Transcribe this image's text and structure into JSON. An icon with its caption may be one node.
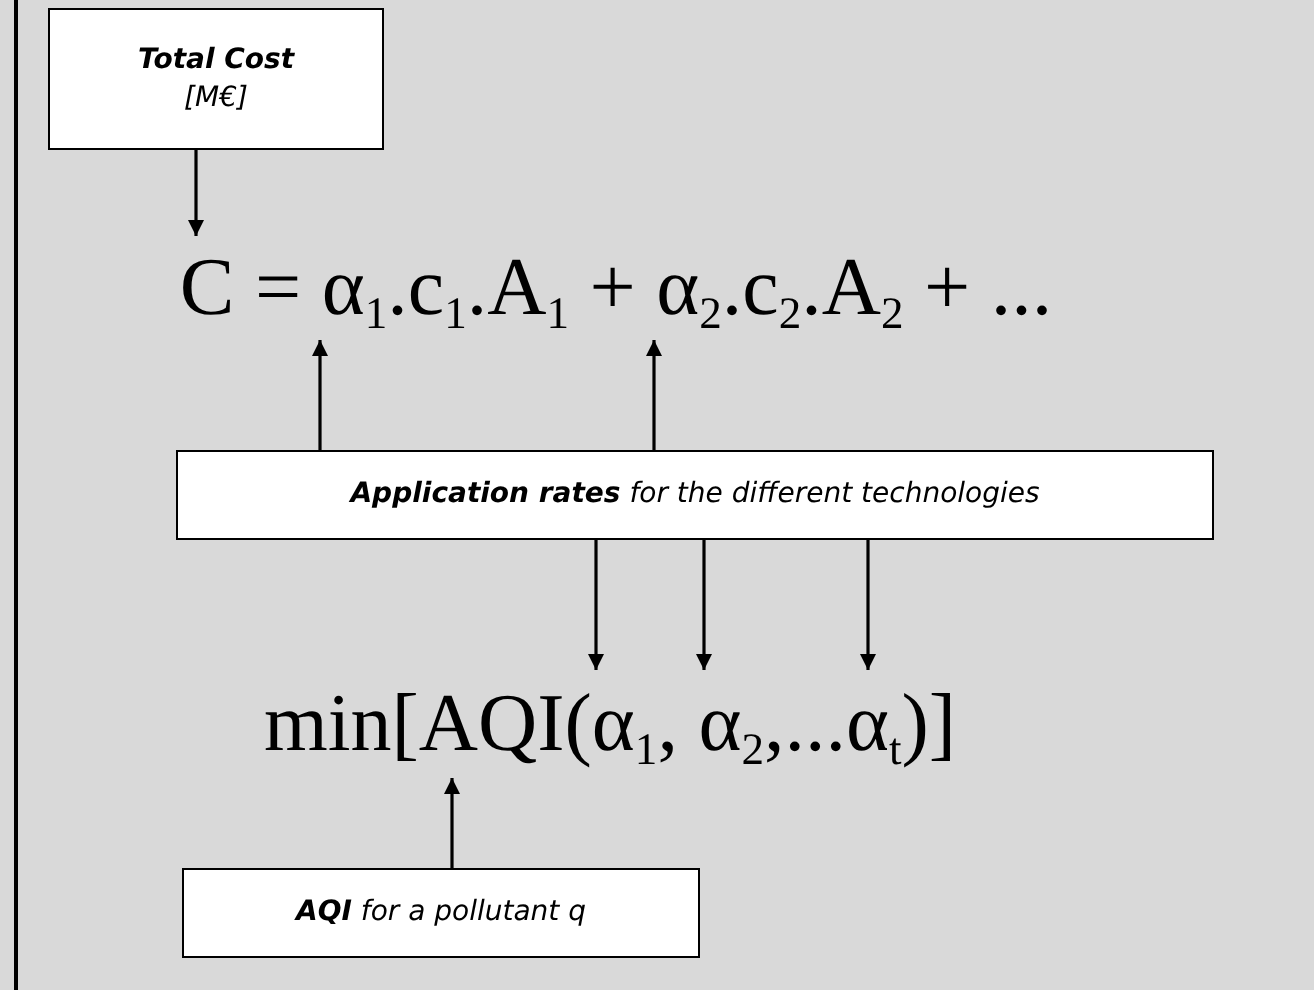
{
  "diagram": {
    "nodes": [
      {
        "text": [
          "Total Cost",
          "[M€]"
        ]
      },
      {
        "text": [
          "C = α$_{1}$.c$_{1}$.A$_{1}$ + α$_{2}$.c$_{2}$.A$_{2}$ + ..."
        ]
      },
      {
        "text": [
          "**Application rates** for the different technologies"
        ]
      },
      {
        "text": [
          "min[AQI(α$_{1}$, α$_{2}$,...α$_{t}$)]"
        ]
      },
      {
        "text": [
          "**AQI** for a pollutant q"
        ]
      }
    ],
    "edges": [
      {
        "from": 0,
        "to": 1,
        "arrow": "to"
      },
      {
        "from": 2,
        "to": 1,
        "arrow": "to"
      },
      {
        "from": 2,
        "to": 1,
        "arrow": "to"
      },
      {
        "from": 2,
        "to": 3,
        "arrow": "to"
      },
      {
        "from": 2,
        "to": 3,
        "arrow": "to"
      },
      {
        "from": 2,
        "to": 3,
        "arrow": "to"
      },
      {
        "from": 4,
        "to": 3,
        "arrow": "to"
      }
    ]
  }
}
